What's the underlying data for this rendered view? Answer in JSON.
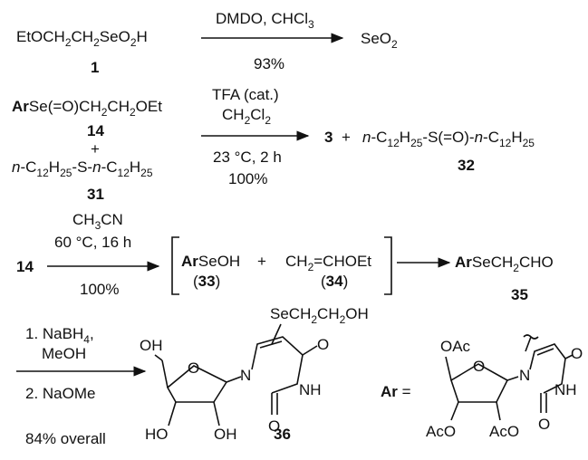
{
  "reaction1": {
    "reactant_formula": "EtOCH2CH2SeO2H",
    "reactant_label": "1",
    "conditions": "DMDO, CHCl3",
    "yield": "93%",
    "product": "SeO2"
  },
  "reaction2": {
    "reactant_a_formula": "ArSe(=O)CH2CH2OEt",
    "reactant_a_label": "14",
    "plus": "+",
    "reactant_b_formula": "n-C12H25-S-n-C12H25",
    "reactant_b_label": "31",
    "conditions_1": "TFA (cat.)",
    "conditions_2": "CH2Cl2",
    "conditions_3": "23 °C, 2 h",
    "yield": "100%",
    "product_a": "3",
    "product_b_formula": "n-C12H25-S(=O)-n-C12H25",
    "product_b_label": "32"
  },
  "reaction3": {
    "reactant": "14",
    "solvent": "CH3CN",
    "temp_time": "60 °C, 16 h",
    "yield": "100%",
    "intermediate_a": "ArSeOH",
    "intermediate_a_label": "33",
    "plus": "+",
    "intermediate_b": "CH2=CHOEt",
    "intermediate_b_label": "34",
    "product": "ArSeCH2CHO",
    "product_label": "35"
  },
  "reaction4": {
    "step1": "1. NaBH4,",
    "step1b": "MeOH",
    "step2": "2. NaOMe",
    "overall": "84% overall",
    "product_label": "36",
    "product_substituent": "SeCH2CH2OH",
    "ar_label": "Ar ="
  },
  "atoms": {
    "OH": "OH",
    "HO": "HO",
    "O": "O",
    "N": "N",
    "NH": "NH",
    "OAc": "OAc",
    "AcO": "AcO"
  }
}
